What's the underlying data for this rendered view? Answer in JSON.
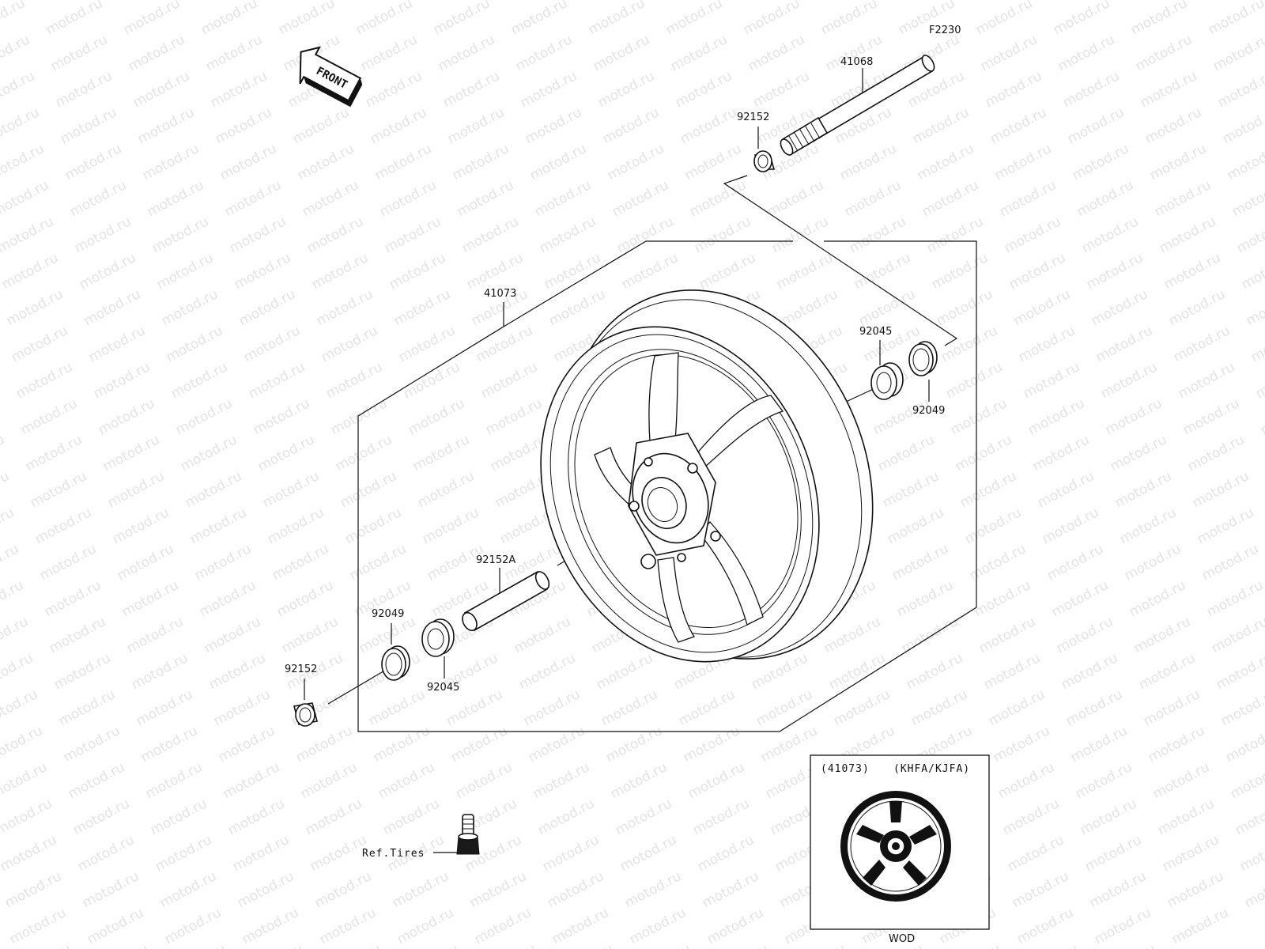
{
  "diagram": {
    "code": "F2230",
    "front_label": "FRONT",
    "watermark": "motod.ru",
    "parts": {
      "axle": "41068",
      "collar_top": "92152",
      "wheel": "41073",
      "bearing_right": "92045",
      "seal_right": "92049",
      "sleeve": "92152A",
      "seal_left": "92049",
      "bearing_left": "92045",
      "collar_left": "92152",
      "valve_ref": "Ref.Tires"
    },
    "inset": {
      "part_ref": "(41073)",
      "variant": "(KHFA/KJFA)",
      "color_code": "WOD"
    }
  }
}
